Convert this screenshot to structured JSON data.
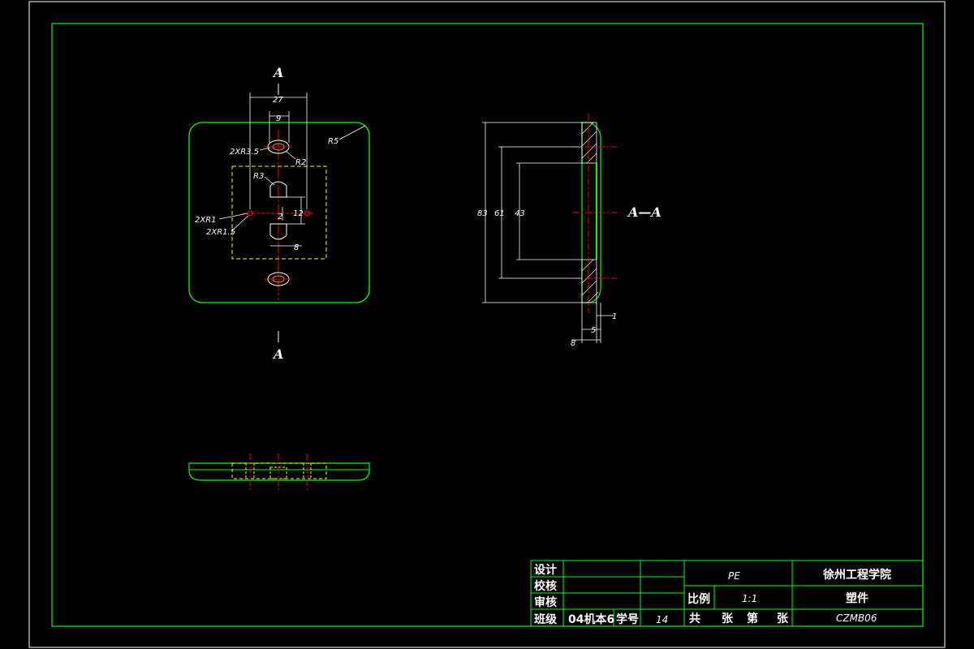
{
  "colors": {
    "background": "#000000",
    "frame": "#ffffff",
    "border": "#00ff00",
    "part_outline": "#00ff00",
    "center_line": "#ff0000",
    "hidden_line": "#ffff00",
    "dimension": "#ffffff"
  },
  "front_view": {
    "section_label_top": "A",
    "section_label_bottom": "A",
    "dims": {
      "width_27": "27",
      "width_9": "9",
      "r35": "2XR3.5",
      "r2": "R2",
      "r5": "R5",
      "r3": "R3",
      "r1": "2XR1",
      "r15": "2XR1.5",
      "d12": "12",
      "d2": "2",
      "d8": "8"
    }
  },
  "section_view": {
    "label": "A—A",
    "dims": {
      "h83": "83",
      "h61": "61",
      "h43": "43",
      "t1": "1",
      "t5": "5",
      "t8": "8"
    }
  },
  "title_block": {
    "design": "设计",
    "check": "校核",
    "review": "审核",
    "class_label": "班级",
    "class_value": "04机本6",
    "student_no_label": "学号",
    "student_no_value": "14",
    "material": "PE",
    "scale_label": "比例",
    "scale_value": "1:1",
    "sheets_total": "共",
    "sheets_zhang1": "张",
    "sheets_di": "第",
    "sheets_zhang2": "张",
    "school": "徐州工程学院",
    "part_name": "塑件",
    "drawing_no": "CZMB06"
  }
}
